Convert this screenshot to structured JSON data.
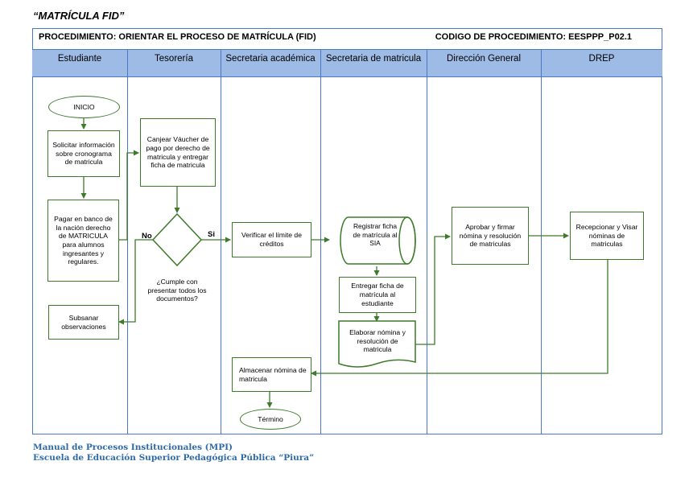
{
  "document_title": "“MATRÍCULA FID”",
  "header": {
    "procedure": "PROCEDIMIENTO:  ORIENTAR EL PROCESO DE MATRÍCULA (FID)",
    "code": "CODIGO DE PROCEDIMIENTO: EESPPP_P02.1"
  },
  "lanes": [
    "Estudiante",
    "Tesorería",
    "Secretaria académica",
    "Secretaria de matricula",
    "Dirección General",
    "DREP"
  ],
  "nodes": {
    "inicio": "INICIO",
    "solicitar": "Solicitar información sobre cronograma de matricula",
    "pagar": "Pagar en banco de la nación derecho de MATRICULA para alumnos ingresantes y regulares.",
    "subsanar": "Subsanar observaciones",
    "canjear": "Canjear Váucher de pago por derecho de matricula y entregar ficha de matricula",
    "decision_question": "¿Cumple con presentar todos los documentos?",
    "verificar": "Verificar el límite de créditos",
    "registrar": "Registrar ficha de matrícula al SIA",
    "entregar": "Entregar ficha de matrícula al estudiante",
    "elaborar": "Elaborar nómina y resolución de matricula",
    "aprobar": "Aprobar y firmar nómina y resolución de matriculas",
    "recepcionar": "Recepcionar y Visar nóminas de matriculas",
    "almacenar": "Almacenar  nómina de matricula",
    "termino": "Término"
  },
  "edge_labels": {
    "no": "No",
    "si": "Si"
  },
  "footer": {
    "line1": "Manual de Procesos Institucionales (MPI)",
    "line2": "Escuela de Educación Superior Pedagógica Pública “Piura”"
  },
  "colors": {
    "lane_header": "#9dbbe5",
    "border": "#4a78c8",
    "node_border": "#3d7a2a",
    "footer_text": "#2e6aa8"
  }
}
